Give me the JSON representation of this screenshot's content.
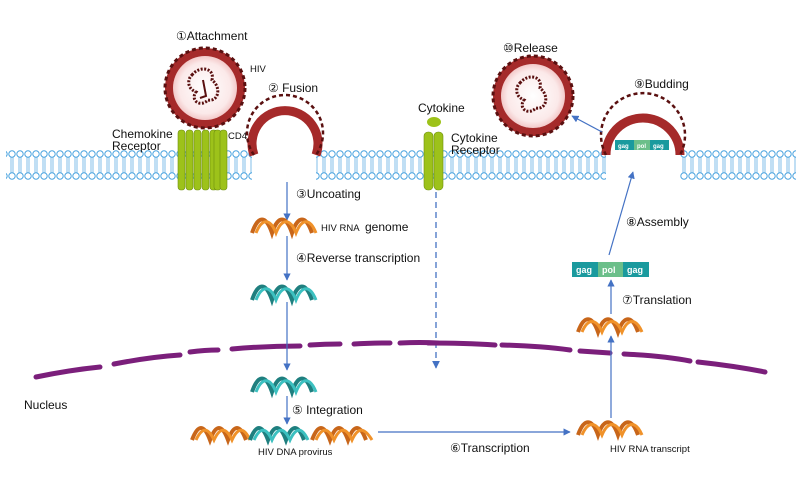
{
  "diagram": {
    "title": "HIV replication cycle",
    "steps": [
      {
        "id": "attachment",
        "label": "①Attachment"
      },
      {
        "id": "fusion",
        "label": "② Fusion"
      },
      {
        "id": "uncoating",
        "label": "③Uncoating"
      },
      {
        "id": "reverse-transcription",
        "label": "④Reverse transcription"
      },
      {
        "id": "integration",
        "label": "⑤ Integration"
      },
      {
        "id": "transcription",
        "label": "⑥Transcription"
      },
      {
        "id": "translation",
        "label": "⑦Translation"
      },
      {
        "id": "assembly",
        "label": "⑧Assembly"
      },
      {
        "id": "budding",
        "label": "⑨Budding"
      },
      {
        "id": "release",
        "label": "⑩Release"
      }
    ],
    "labels": {
      "hiv": "HIV",
      "chemokine_receptor_line1": "Chemokine",
      "chemokine_receptor_line2": "Receptor",
      "cd4": "CD4",
      "cytokine": "Cytokine",
      "cytokine_receptor_line1": "Cytokine",
      "cytokine_receptor_line2": "Receptor",
      "hiv_rna_genome_a": "HIV RNA",
      "hiv_rna_genome_b": "genome",
      "nucleus": "Nucleus",
      "hiv_dna_provirus": "HIV DNA provirus",
      "hiv_rna_transcript": "HIV RNA transcript"
    },
    "polyprotein": [
      "gag",
      "pol",
      "gag"
    ],
    "colors": {
      "membrane": "#4aa3df",
      "virus_envelope": "#a52a2a",
      "receptor": "#9dc21a",
      "rna": "#c8661a",
      "dna": "#1f9c9c",
      "nuclear_envelope": "#7b1f7b",
      "arrow": "#4472c4",
      "gag": "#1a9a9e",
      "pol": "#6bbf8a"
    }
  }
}
